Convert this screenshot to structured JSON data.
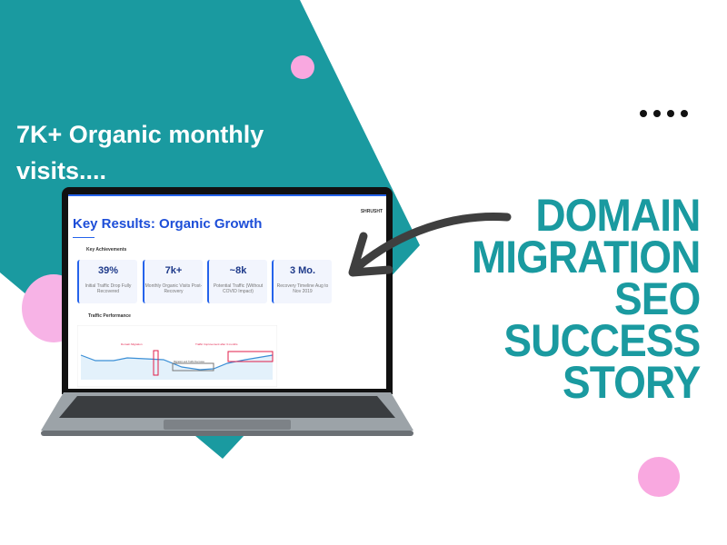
{
  "headline": {
    "line1": "7K+ Organic monthly",
    "line2": "visits...."
  },
  "title": {
    "lines": [
      "DOMAIN",
      "MIGRATION",
      "SEO",
      "SUCCESS",
      "STORY"
    ]
  },
  "colors": {
    "teal": "#1a9aa0",
    "pink": "#f9a8e0",
    "accent_blue": "#2563eb"
  },
  "slide": {
    "title": "Key Results: Organic Growth",
    "logo": "SHRUSHT",
    "achievements_label": "Key Achievements",
    "cards": [
      {
        "value": "39%",
        "label": "Initial Traffic Drop Fully Recovered"
      },
      {
        "value": "7k+",
        "label": "Monthly Organic Visits Post-Recovery"
      },
      {
        "value": "~8k",
        "label": "Potential Traffic (Without COVID Impact)"
      },
      {
        "value": "3 Mo.",
        "label": "Recovery Timeline Aug to Nov 2019"
      }
    ],
    "traffic_label": "Traffic Performance",
    "chart_annotations": {
      "migration": "Domain Migration",
      "drop": "Migration and Traffic Decrease",
      "improvement": "Traffic Improvement after 3 months"
    }
  },
  "icons": {
    "menu": "more-dots-icon",
    "arrow": "curved-arrow-icon"
  }
}
